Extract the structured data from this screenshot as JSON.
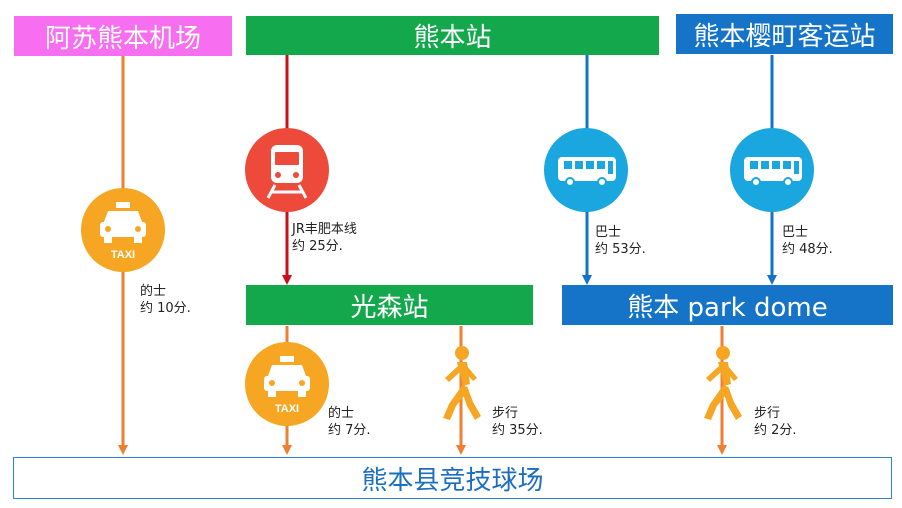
{
  "stations": {
    "aso_airport": "阿苏熊本机场",
    "kumamoto_station": "熊本站",
    "sakuramachi": "熊本樱町客运站",
    "mitsumori": "光森站",
    "park_dome": "熊本 park dome",
    "stadium": "熊本县竞技球场"
  },
  "routes": {
    "airport_taxi": {
      "mode": "的士",
      "time": "约 10分."
    },
    "jr_line": {
      "mode": "JR丰肥本线",
      "time": "约 25分."
    },
    "station_bus": {
      "mode": "巴士",
      "time": "约 53分."
    },
    "terminal_bus": {
      "mode": "巴士",
      "time": "约 48分."
    },
    "mitsumori_taxi": {
      "mode": "的士",
      "time": "约 7分."
    },
    "mitsumori_walk": {
      "mode": "步行",
      "time": "约 35分."
    },
    "dome_walk": {
      "mode": "步行",
      "time": "约 2分."
    }
  },
  "icons": {
    "taxi_text": "TAXI"
  },
  "colors": {
    "orange": "#ee7f33",
    "red": "#c8101a",
    "blue": "#1674c8",
    "taxi": "#f6a623",
    "train": "#ee4a3b",
    "bus": "#1aa7e0",
    "walker": "#f6a623"
  }
}
